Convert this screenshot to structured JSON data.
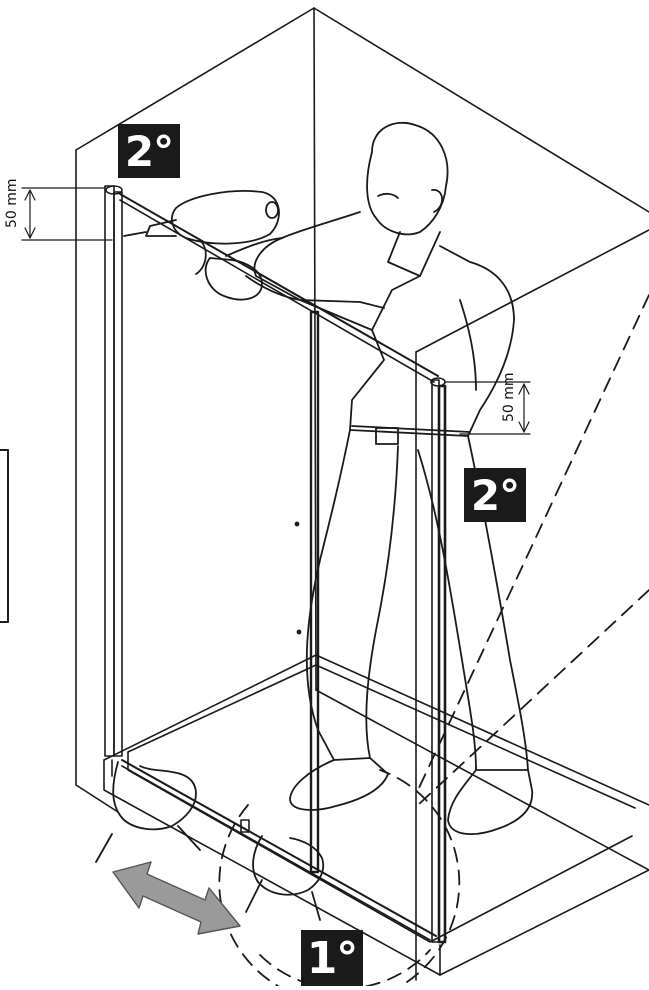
{
  "steps": {
    "top_badge": "2°",
    "right_badge": "2°",
    "bottom_badge": "1°"
  },
  "dimensions": {
    "left_offset": "50 mm",
    "right_offset": "50 mm"
  },
  "colors": {
    "line": "#1a1a1a",
    "arrow_fill": "#9a9a9a",
    "badge_bg": "#1a1a1a",
    "badge_text": "#ffffff"
  },
  "icons": {
    "movement": "double-arrow-icon",
    "tool": "drill-icon"
  }
}
